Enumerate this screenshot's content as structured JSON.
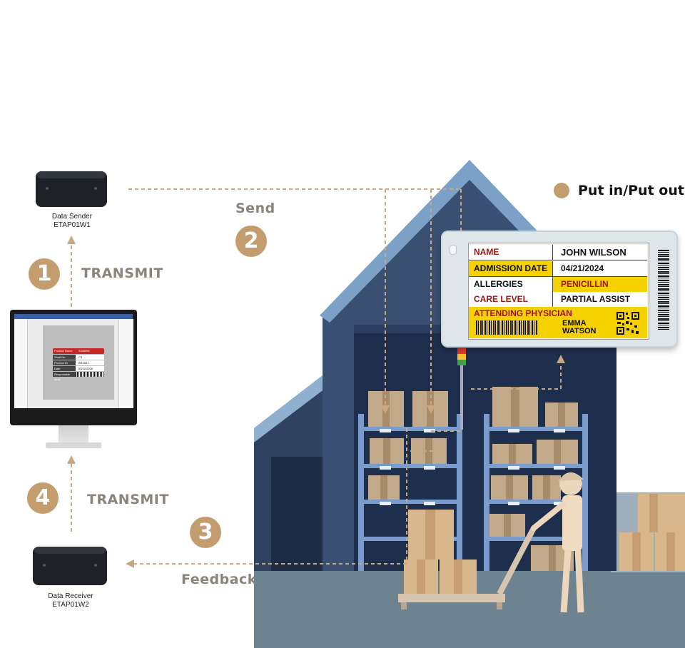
{
  "devices": {
    "sender": {
      "name": "Data Sender",
      "model": "ETAP01W1"
    },
    "receiver": {
      "name": "Data Receiver",
      "model": "ETAP01W2"
    }
  },
  "steps": [
    {
      "number": "1",
      "label": "TRANSMIT"
    },
    {
      "number": "2",
      "label": "Send"
    },
    {
      "number": "3",
      "label": "Feedback"
    },
    {
      "number": "4",
      "label": "TRANSMIT"
    }
  ],
  "legend": {
    "label": "Put in/Put out"
  },
  "esl_tag": {
    "rows": [
      {
        "label": "NAME",
        "value": "JOHN WILSON"
      },
      {
        "label": "ADMISSION DATE",
        "value": "04/21/2024"
      },
      {
        "label": "ALLERGIES",
        "value": "PENICILLIN"
      },
      {
        "label": "CARE LEVEL",
        "value": "PARTIAL ASSIST"
      }
    ],
    "physician_label": "ATTENDING PHYSICIAN",
    "physician_name_1": "EMMA",
    "physician_name_2": "WATSON"
  },
  "monitor_form": {
    "rows": [
      {
        "label": "Product Name",
        "value": "2345996"
      },
      {
        "label": "Shelf No.",
        "value": "C3"
      },
      {
        "label": "Product ID",
        "value": "BR4651"
      },
      {
        "label": "Date",
        "value": "03/12/2026"
      },
      {
        "label": "Responsible dealt",
        "value": ""
      }
    ]
  },
  "colors": {
    "accent": "#c49d6f",
    "building": "#35496a",
    "roof": "#7ba2c6",
    "ground": "#6d8390",
    "tag_yellow": "#f5d100",
    "tag_red": "#a01414"
  }
}
